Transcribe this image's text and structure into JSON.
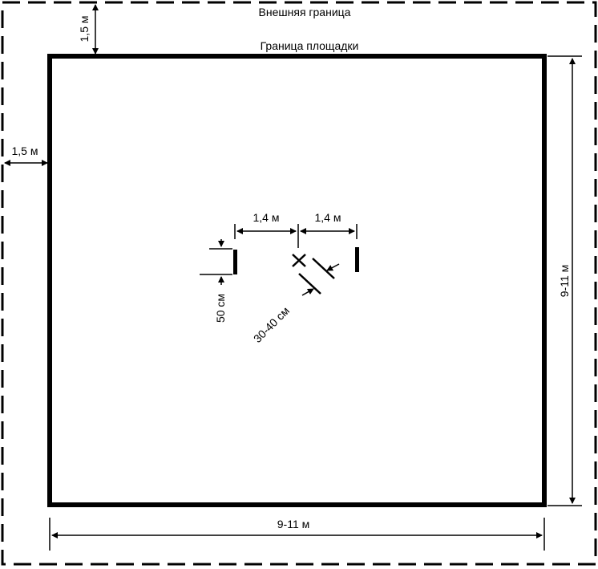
{
  "labels": {
    "outer_boundary": "Внешняя граница",
    "court_boundary": "Граница площадки",
    "outer_gap_top": "1,5 м",
    "outer_gap_left": "1,5 м",
    "spacing_left": "1,4 м",
    "spacing_right": "1,4 м",
    "target_size": "50 см",
    "line_offset": "30-40 см",
    "court_height": "9-11 м",
    "court_width": "9-11 м"
  }
}
